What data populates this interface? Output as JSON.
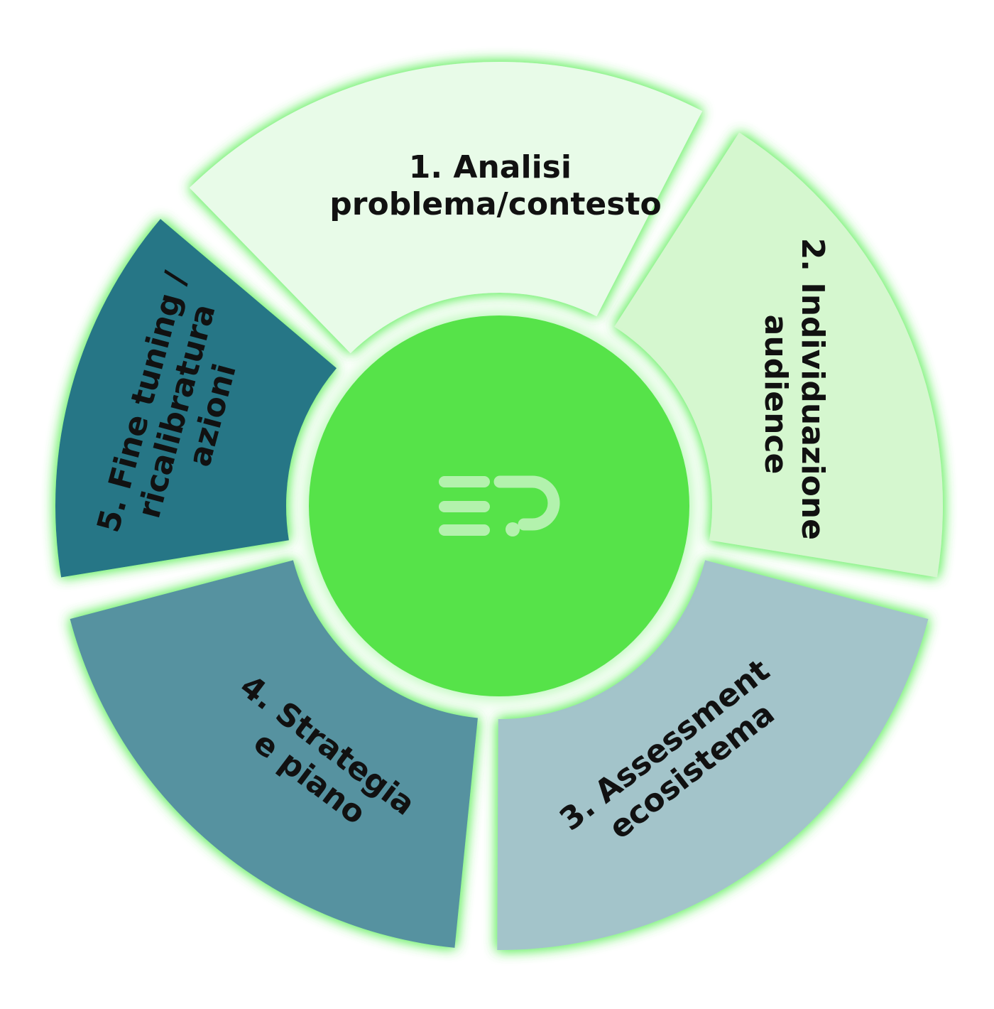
{
  "diagram": {
    "center_logo": "EP",
    "segments": [
      {
        "lines": [
          "1. Analisi",
          "problema/contesto"
        ],
        "color": "#e8fbe8"
      },
      {
        "lines": [
          "2. Individuazione",
          "audience"
        ],
        "color": "#d5f7cf"
      },
      {
        "lines": [
          "3. Assessment",
          "ecosistema"
        ],
        "color": "#a3c4ca"
      },
      {
        "lines": [
          "4. Strategia",
          "e piano"
        ],
        "color": "#5792a0"
      },
      {
        "lines": [
          "5. Fine tuning /",
          "ricalibratura",
          "azioni"
        ],
        "color": "#267686"
      }
    ],
    "hub_color": "#56e348",
    "glow_color": "#7cf07a"
  }
}
